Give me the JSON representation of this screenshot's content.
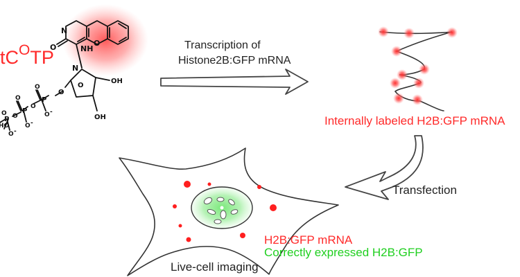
{
  "labels": {
    "compound_prefix": "tC",
    "compound_super": "O",
    "compound_suffix": "TP",
    "transcription_line1": "Transcription of",
    "transcription_line2": "Histone2B:GFP mRNA",
    "labeled_mrna": "Internally labeled H2B:GFP mRNA",
    "transfection": "Transfection",
    "mrna_in_cell": "H2B:GFP mRNA",
    "expressed_protein": "Correctly expressed H2B:GFP",
    "imaging": "Live-cell imaging"
  },
  "atoms": {
    "nh": "NH",
    "n1": "N",
    "n2": "N",
    "o_ring": "O",
    "o_carbonyl": "O",
    "o_sugar": "O",
    "oh_upper": "OH",
    "oh_lower": "OH",
    "o_link": "O",
    "p_alpha": "P",
    "p_beta": "P",
    "p_gamma": "P",
    "o_bridge1": "O",
    "o_bridge2": "O",
    "ho": "HO",
    "o_minus_a": "O",
    "o_minus_b": "O",
    "o_minus_c": "O",
    "o_double_a": "O",
    "o_double_b": "O",
    "o_double_c": "O",
    "minus": "-"
  },
  "colors": {
    "label_red": "#ff2a2a",
    "label_green": "#1fcf1f",
    "fluorophore_glow": "#ff6060",
    "nucleus_green": "#3ccf3c",
    "text_dark": "#222222"
  }
}
